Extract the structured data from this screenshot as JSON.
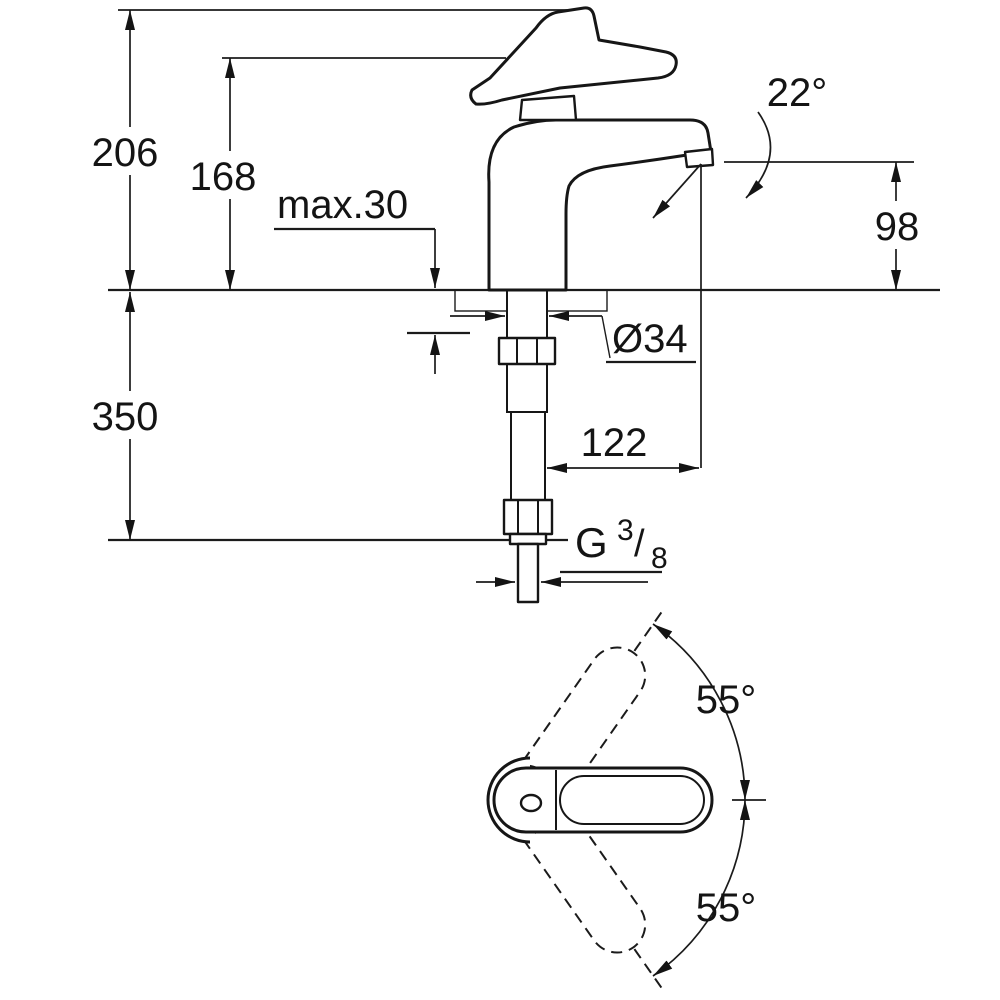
{
  "drawing": {
    "side_view": {
      "dim_height_total": "206",
      "dim_height_body": "168",
      "dim_mounting_max": "max.30",
      "dim_spout_angle": "22°",
      "dim_spout_height": "98",
      "dim_hose_drop": "350",
      "dim_hole_diameter": "Ø34",
      "dim_projection": "122",
      "thread": {
        "letter": "G",
        "numerator": "3",
        "slash": "/",
        "denominator": "8"
      }
    },
    "top_view": {
      "dim_swivel_up": "55°",
      "dim_swivel_down": "55°"
    }
  }
}
